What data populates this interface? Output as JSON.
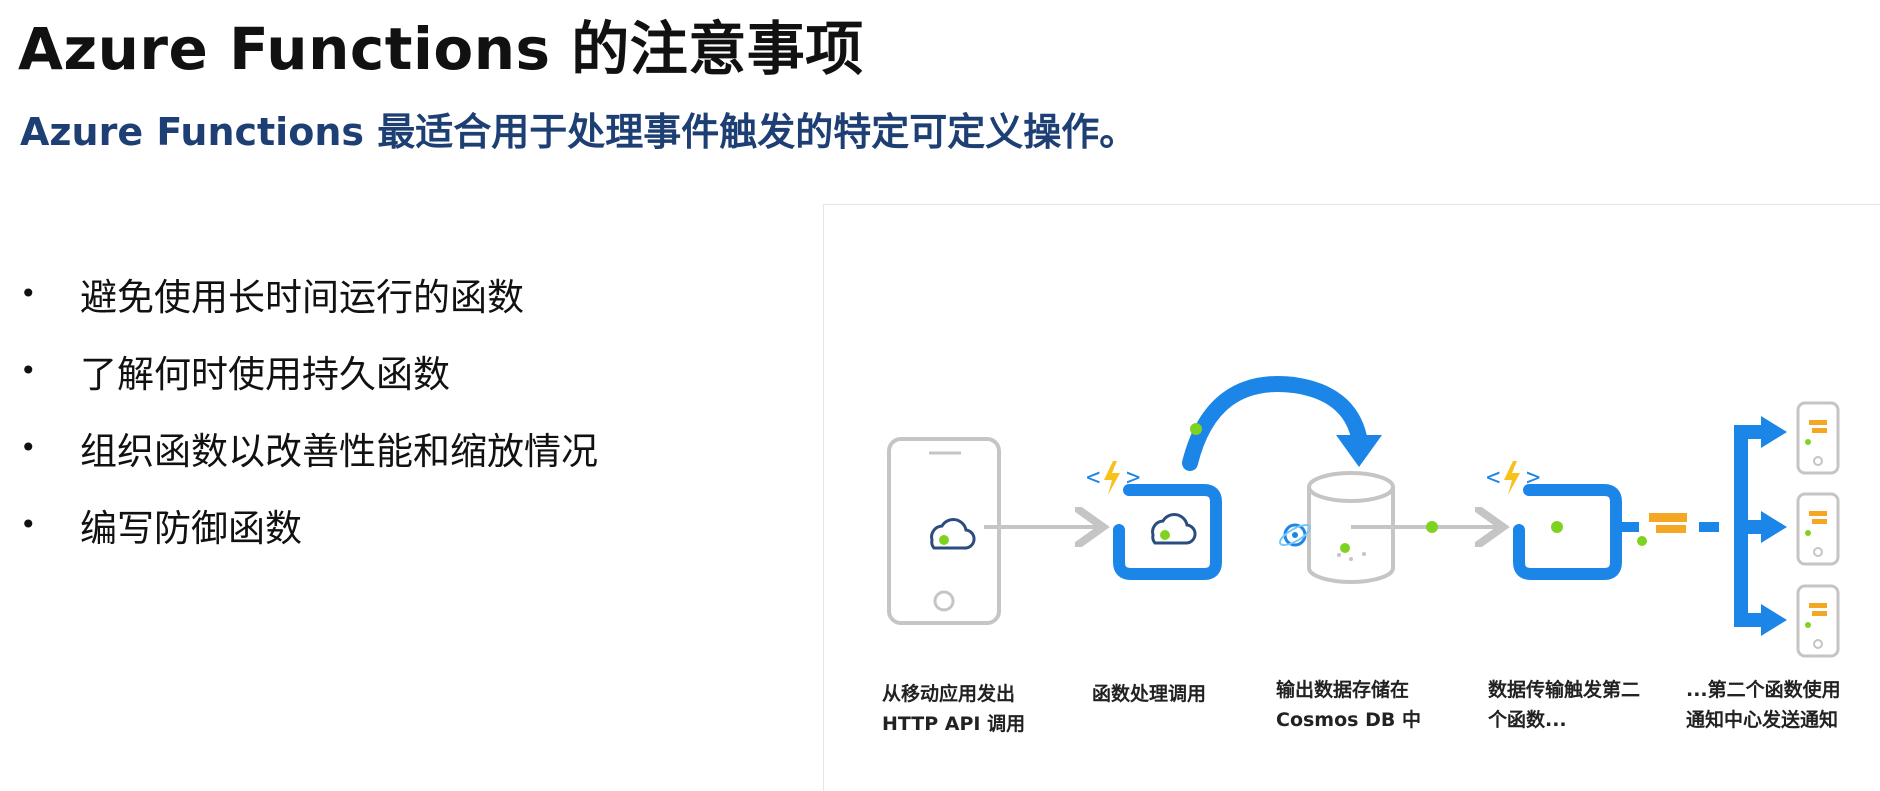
{
  "header": {
    "title": "Azure Functions 的注意事项",
    "subtitle": "Azure Functions 最适合用于处理事件触发的特定可定义操作。"
  },
  "bullets": [
    "避免使用长时间运行的函数",
    "了解何时使用持久函数",
    "组织函数以改善性能和缩放情况",
    "编写防御函数"
  ],
  "diagram": {
    "steps": [
      {
        "line1": "从移动应用发出",
        "line2": "HTTP API 调用"
      },
      {
        "line1": "函数处理调用",
        "line2": ""
      },
      {
        "line1": "输出数据存储在",
        "line2": "Cosmos DB 中"
      },
      {
        "line1": "数据传输触发第二",
        "line2": "个函数..."
      },
      {
        "line1": "...第二个函数使用",
        "line2": "通知中心发送通知"
      }
    ],
    "colors": {
      "azure_blue": "#1b86e8",
      "accent_green": "#7ed321",
      "lightning_yellow": "#f7c21a",
      "gray_outline": "#c5c5c5",
      "notification_orange": "#f5a623"
    }
  }
}
